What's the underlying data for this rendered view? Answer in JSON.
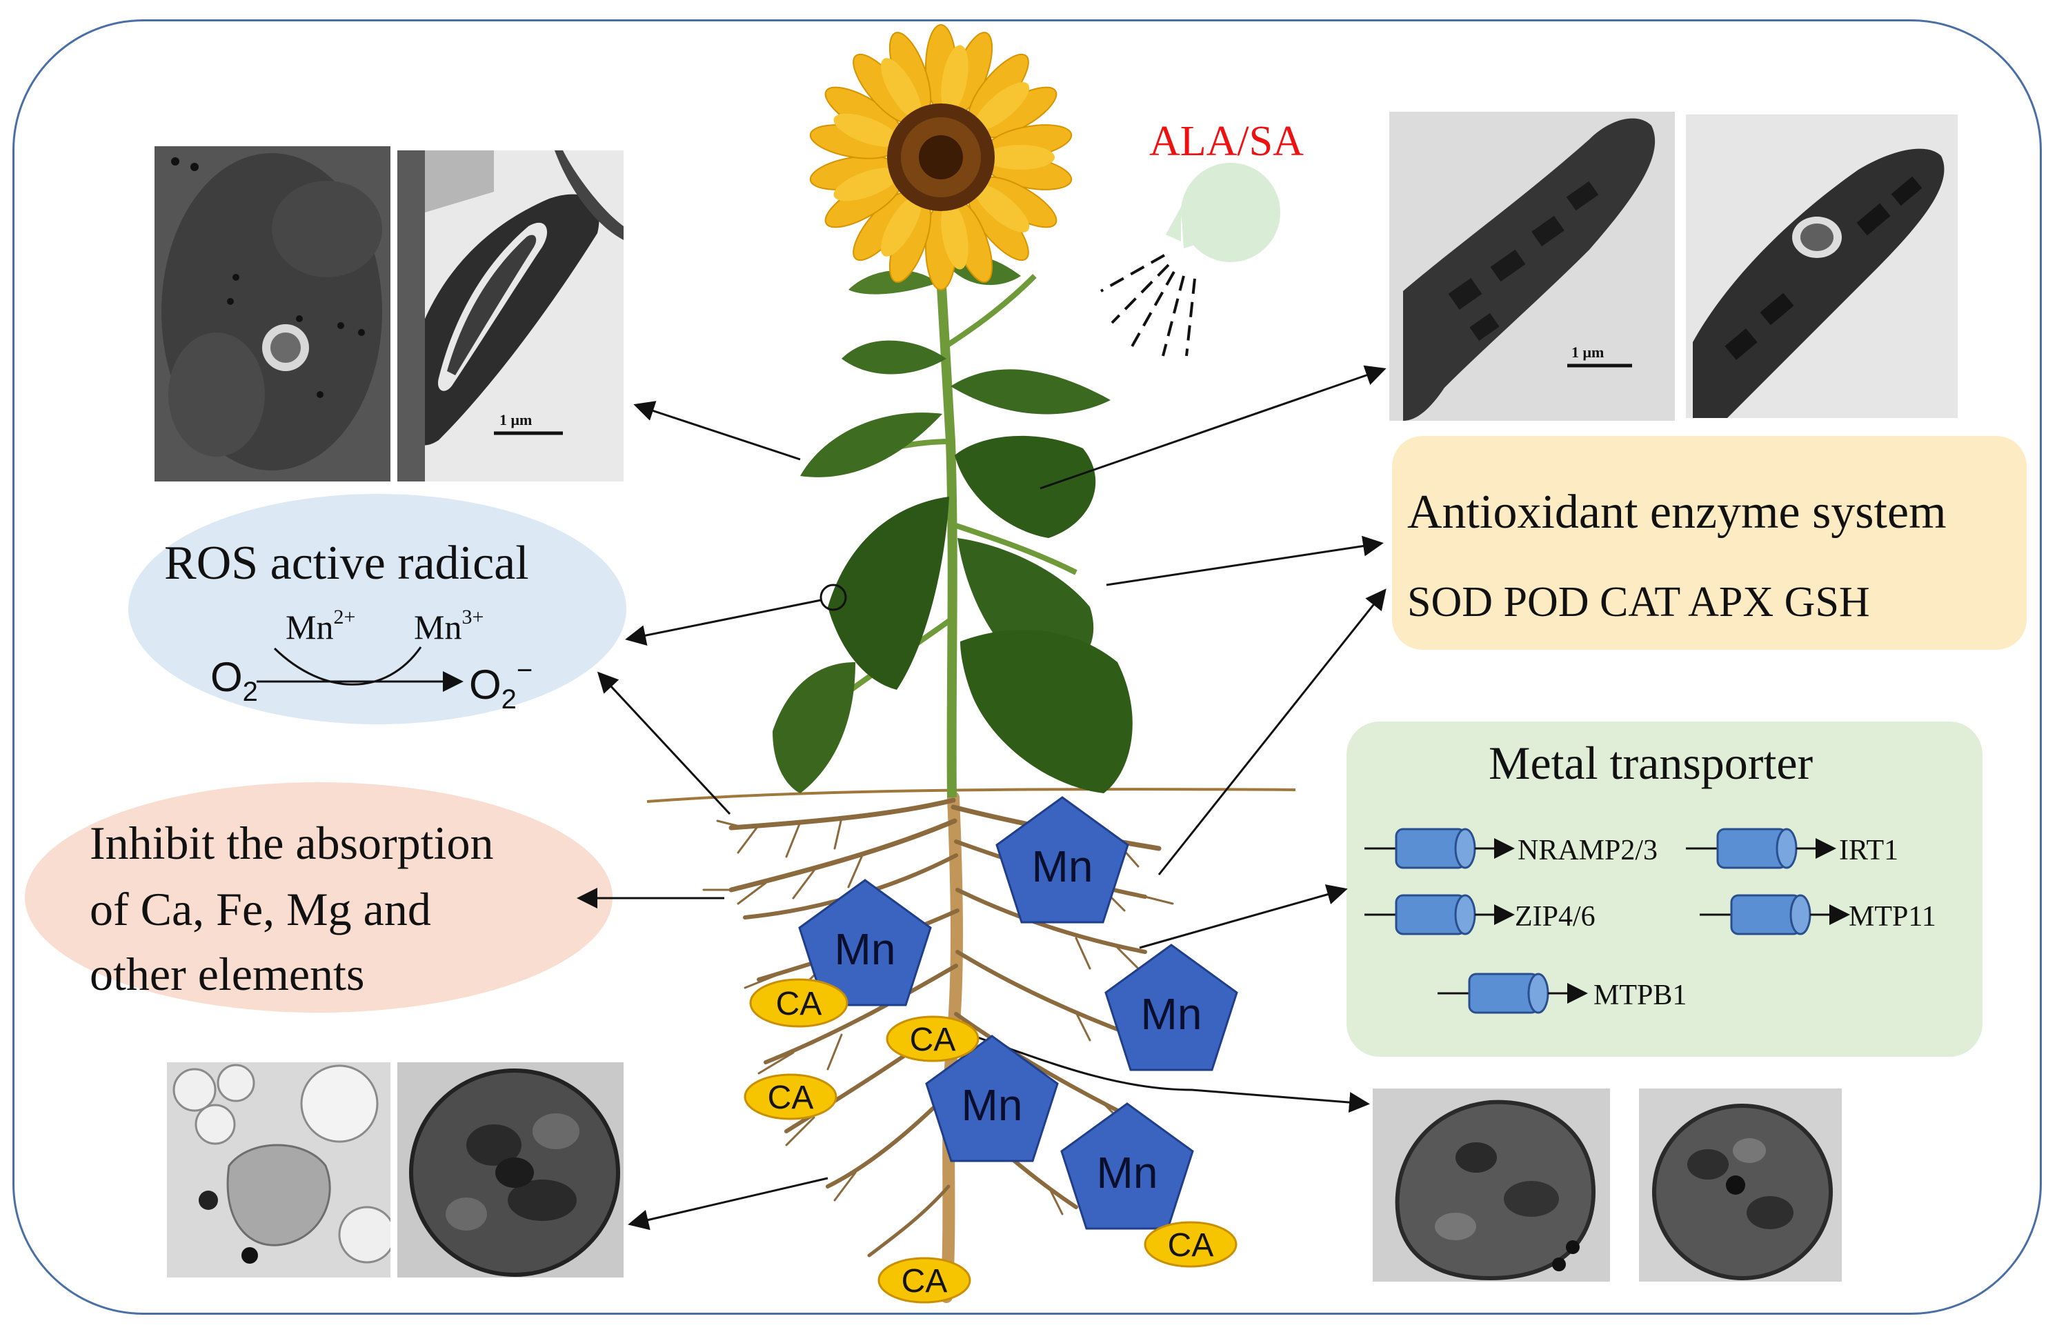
{
  "ros": {
    "title": "ROS active radical",
    "mn2_base": "Mn",
    "mn2_charge": "2+",
    "mn3_base": "Mn",
    "mn3_charge": "3+",
    "reactant_base": "O",
    "reactant_sub": "2",
    "product_base": "O",
    "product_sub": "2",
    "product_charge": "−"
  },
  "inhibit": {
    "line1": "Inhibit the absorption",
    "line2": "of Ca, Fe, Mg and",
    "line3": "other elements"
  },
  "antioxidant": {
    "title": "Antioxidant enzyme system",
    "enzymes": "SOD POD CAT APX GSH"
  },
  "metal": {
    "title": "Metal transporter",
    "transporters": [
      "NRAMP2/3",
      "IRT1",
      "ZIP4/6",
      "MTP11",
      "MTPB1"
    ]
  },
  "treatment": "ALA/SA",
  "scale_bar": "1 μm",
  "mn_label": "Mn",
  "ca_label": "CA",
  "colors": {
    "frame": "#4a6fa5",
    "ros_bubble": "#dde8f5",
    "inhibit_bubble": "#f8ddd0",
    "antioxidant_box": "#fdebc4",
    "metal_box": "#e1eed7",
    "mn_pentagon": "#3b64c0",
    "ca_oval": "#f7c500",
    "treatment_text": "#ee1111",
    "sprayer": "#d8ecd6",
    "transporter": "#5b8fd4"
  }
}
